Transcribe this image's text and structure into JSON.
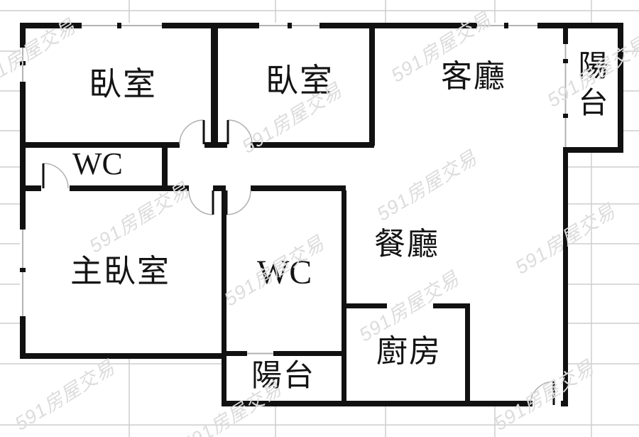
{
  "rooms": {
    "bedroom1": {
      "label": "臥室"
    },
    "bedroom2": {
      "label": "臥室"
    },
    "living": {
      "label": "客廳"
    },
    "balconyRight": {
      "label": "陽台"
    },
    "wc1": {
      "label": "WC"
    },
    "master": {
      "label": "主臥室"
    },
    "wc2": {
      "label": "WC"
    },
    "dining": {
      "label": "餐廳"
    },
    "kitchen": {
      "label": "廚房"
    },
    "balconyBottom": {
      "label": "陽台"
    }
  },
  "watermark": {
    "text": "591房屋交易"
  },
  "colors": {
    "wall": "#111111",
    "door_arc": "#b0b0b0",
    "window_line": "#b3b3b3",
    "grid": "#cdcdcd",
    "watermark": "#dcdcdc",
    "background": "#ffffff"
  }
}
